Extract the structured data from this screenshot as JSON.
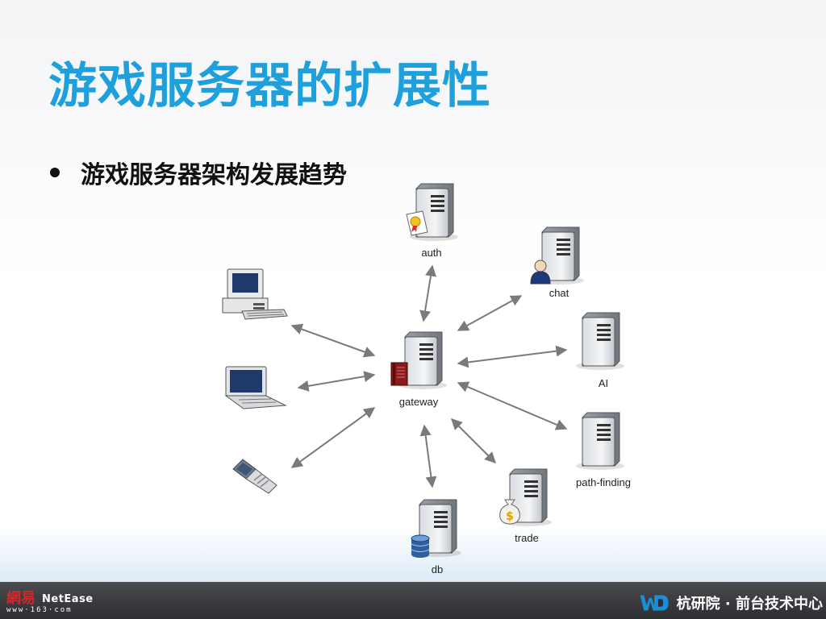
{
  "slide": {
    "title": "游戏服务器的扩展性",
    "bullet": "游戏服务器架构发展趋势"
  },
  "diagram": {
    "clients": [
      {
        "name": "desktop-computer-icon"
      },
      {
        "name": "laptop-icon"
      },
      {
        "name": "mobile-phone-icon"
      }
    ],
    "hub": {
      "label": "gateway",
      "icon": "book-icon"
    },
    "servers": [
      {
        "label": "auth",
        "icon": "certificate-icon"
      },
      {
        "label": "chat",
        "icon": "user-icon"
      },
      {
        "label": "AI",
        "icon": ""
      },
      {
        "label": "path-finding",
        "icon": ""
      },
      {
        "label": "trade",
        "icon": "money-bag-icon"
      },
      {
        "label": "db",
        "icon": "database-icon"
      }
    ]
  },
  "footer": {
    "left_cn": "網易",
    "left_en": "NetEase",
    "left_url": "www·163·com",
    "right_logo": "WD",
    "right_text": "杭研院 · 前台技术中心"
  },
  "colors": {
    "title": "#1ea0dd",
    "footer_bg": "#2d2e31",
    "arrow": "#7a7a7a",
    "netease_red": "#d3262a"
  }
}
